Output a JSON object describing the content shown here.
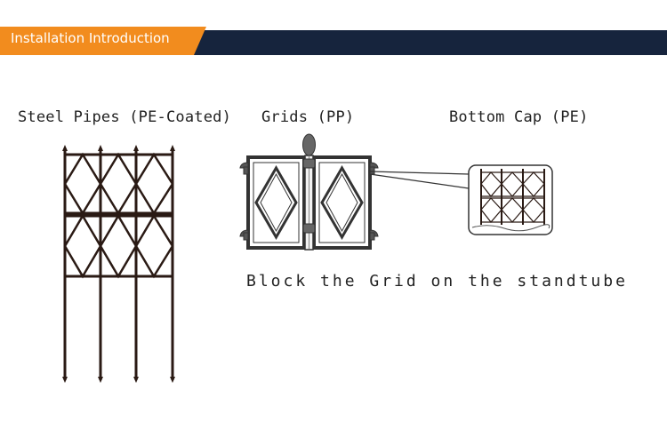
{
  "header": {
    "title": "Installation Introduction",
    "accent_color": "#F28C1E",
    "bar_color": "#16243D"
  },
  "labels": {
    "steel_pipes": "Steel Pipes (PE-Coated)",
    "grids": "Grids (PP)",
    "bottom_cap": "Bottom Cap (PE)"
  },
  "caption": "Block the Grid on the standtube"
}
